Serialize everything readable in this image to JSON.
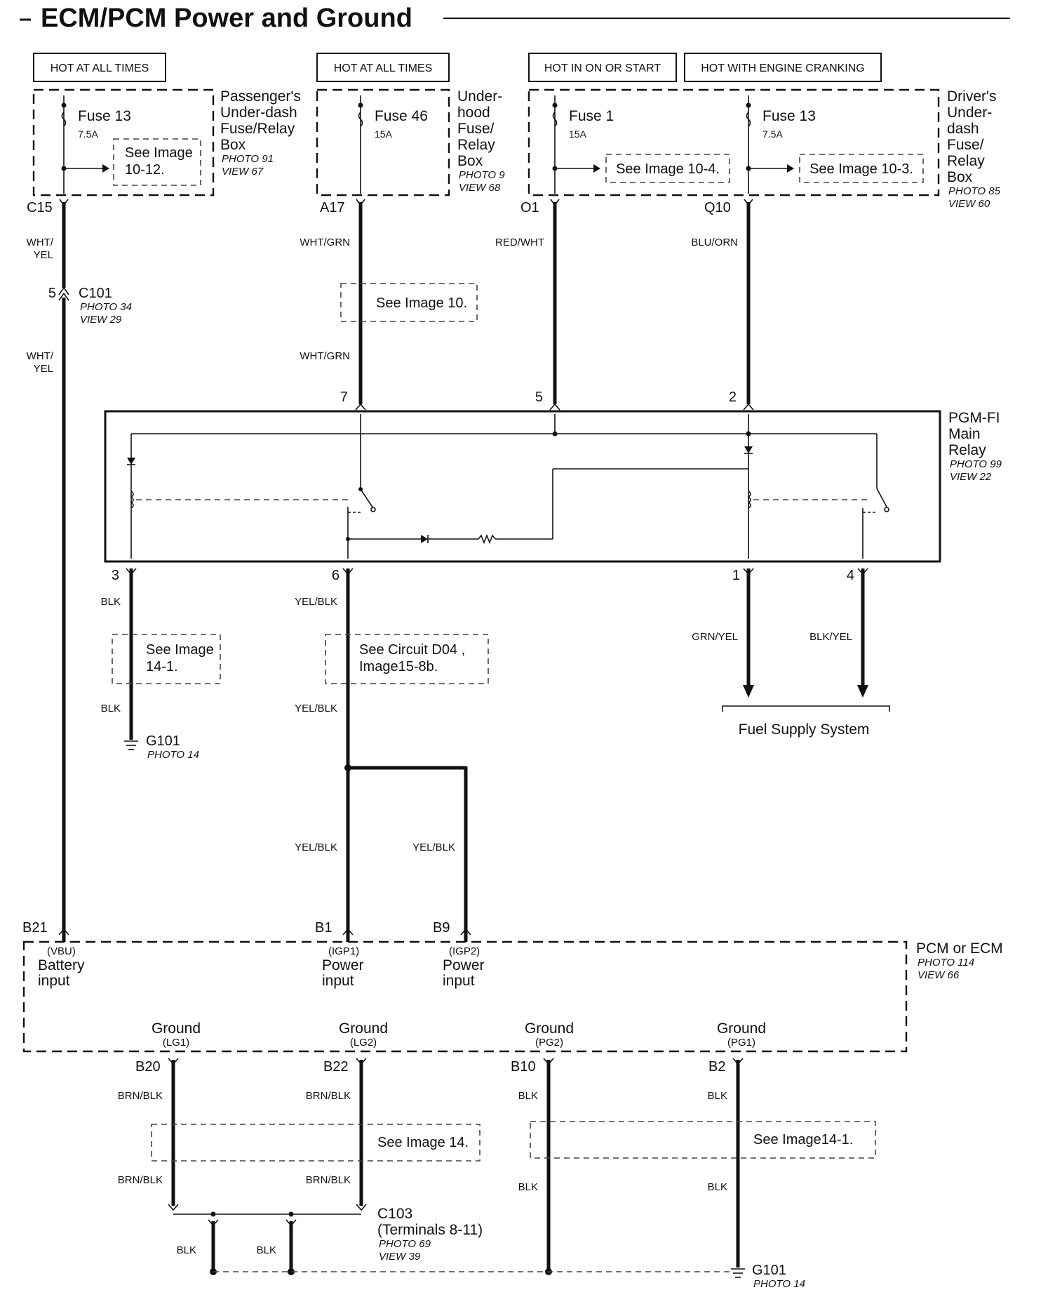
{
  "title": "ECM/PCM Power and Ground",
  "hot_labels": {
    "hot1": "HOT AT ALL TIMES",
    "hot2": "HOT AT ALL TIMES",
    "hot3": "HOT IN ON OR START",
    "hot4": "HOT WITH ENGINE CRANKING"
  },
  "fuse_boxes": {
    "passenger": {
      "fuse_name": "Fuse 13",
      "fuse_amp": "7.5A",
      "see_1": "See Image",
      "see_2": "10-12.",
      "name_1": "Passenger's",
      "name_2": "Under-dash",
      "name_3": "Fuse/Relay",
      "name_4": "Box",
      "photo": "PHOTO 91",
      "view": "VIEW 67",
      "terminal": "C15"
    },
    "underhood": {
      "fuse_name": "Fuse 46",
      "fuse_amp": "15A",
      "name_1": "Under-",
      "name_2": "hood",
      "name_3": "Fuse/",
      "name_4": "Relay",
      "name_5": "Box",
      "photo": "PHOTO 9",
      "view": "VIEW 68",
      "terminal": "A17"
    },
    "driver": {
      "fuse_a_name": "Fuse 1",
      "fuse_a_amp": "15A",
      "fuse_a_see": "See Image 10-4.",
      "terminal_a": "O1",
      "fuse_b_name": "Fuse 13",
      "fuse_b_amp": "7.5A",
      "fuse_b_see": "See Image 10-3.",
      "terminal_b": "Q10",
      "name_1": "Driver's",
      "name_2": "Under-",
      "name_3": "dash",
      "name_4": "Fuse/",
      "name_5": "Relay",
      "name_6": "Box",
      "photo": "PHOTO 85",
      "view": "VIEW 60"
    }
  },
  "wires": {
    "w_c15_a1": "WHT/",
    "w_c15_a2": "YEL",
    "w_c15_b1": "WHT/",
    "w_c15_b2": "YEL",
    "w_a17_a": "WHT/GRN",
    "w_a17_b": "WHT/GRN",
    "w_o1": "RED/WHT",
    "w_q10": "BLU/ORN",
    "w_3_a": "BLK",
    "w_3_b": "BLK",
    "w_6_a": "YEL/BLK",
    "w_6_b": "YEL/BLK",
    "w_b1": "YEL/BLK",
    "w_b9": "YEL/BLK",
    "w_1": "GRN/YEL",
    "w_4": "BLK/YEL",
    "w_b20_a": "BRN/BLK",
    "w_b20_b": "BRN/BLK",
    "w_b22_a": "BRN/BLK",
    "w_b22_b": "BRN/BLK",
    "w_b10_a": "BLK",
    "w_b10_b": "BLK",
    "w_b2_a": "BLK",
    "w_b2_b": "BLK",
    "w_c103_a": "BLK",
    "w_c103_b": "BLK"
  },
  "connector_c101": {
    "pin": "5",
    "name": "C101",
    "photo": "PHOTO 34",
    "view": "VIEW 29"
  },
  "see_image_10": "See Image 10.",
  "relay": {
    "name_1": "PGM-FI",
    "name_2": "Main",
    "name_3": "Relay",
    "photo": "PHOTO 99",
    "view": "VIEW 22",
    "pin_7": "7",
    "pin_5": "5",
    "pin_2": "2",
    "pin_3": "3",
    "pin_6": "6",
    "pin_1": "1",
    "pin_4": "4"
  },
  "see_14_1_upper": {
    "line1": "See Image",
    "line2": "14-1."
  },
  "see_d04": {
    "line1": "See Circuit D04 ,",
    "line2": "Image15-8b."
  },
  "ground_g101_upper": {
    "name": "G101",
    "photo": "PHOTO 14"
  },
  "fuel_supply": "Fuel Supply System",
  "pcm": {
    "name": "PCM or ECM",
    "photo": "PHOTO 114",
    "view": "VIEW 66",
    "t_b21": "B21",
    "t_b1": "B1",
    "t_b9": "B9",
    "vbu": "(VBU)",
    "vbu_1": "Battery",
    "vbu_2": "input",
    "igp1": "(IGP1)",
    "igp1_1": "Power",
    "igp1_2": "input",
    "igp2": "(IGP2)",
    "igp2_1": "Power",
    "igp2_2": "input",
    "lg1_1": "Ground",
    "lg1_2": "(LG1)",
    "lg2_1": "Ground",
    "lg2_2": "(LG2)",
    "pg2_1": "Ground",
    "pg2_2": "(PG2)",
    "pg1_1": "Ground",
    "pg1_2": "(PG1)",
    "t_b20": "B20",
    "t_b22": "B22",
    "t_b10": "B10",
    "t_b2": "B2"
  },
  "see_image_14": "See Image 14.",
  "see_image_14_1_lower": "See Image14-1.",
  "c103": {
    "name": "C103",
    "terminals": "(Terminals 8-11)",
    "photo": "PHOTO 69",
    "view": "VIEW 39"
  },
  "ground_g101_lower": {
    "name": "G101",
    "photo": "PHOTO 14"
  }
}
